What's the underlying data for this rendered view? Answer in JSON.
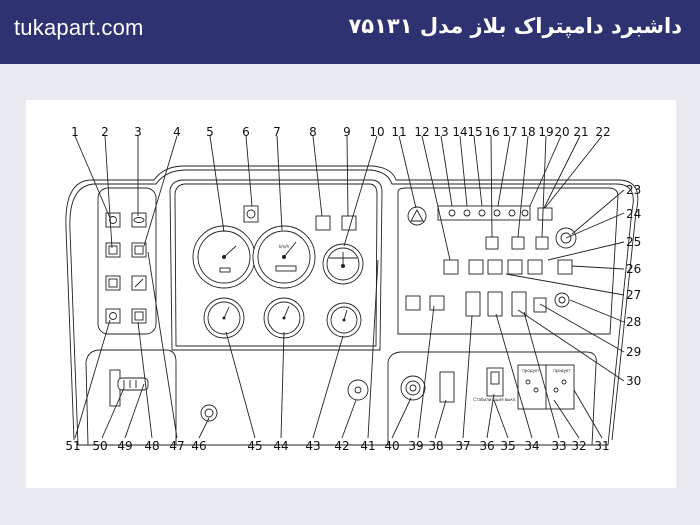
{
  "header": {
    "site": "tukapart.com",
    "title": "داشبرد دامپتراک بلاز مدل ۷۵۱۳۱"
  },
  "diagram": {
    "callouts_top": [
      "1",
      "2",
      "3",
      "4",
      "5",
      "6",
      "7",
      "8",
      "9",
      "10",
      "11",
      "12",
      "13",
      "14",
      "15",
      "16",
      "17",
      "18",
      "19",
      "20",
      "21",
      "22"
    ],
    "callouts_right": [
      "23",
      "24",
      "25",
      "26",
      "27",
      "28",
      "29",
      "30"
    ],
    "callouts_bottom": [
      "51",
      "50",
      "49",
      "48",
      "47",
      "46",
      "45",
      "44",
      "43",
      "42",
      "41",
      "40",
      "39",
      "38",
      "37",
      "36",
      "35",
      "34",
      "33",
      "32",
      "31"
    ],
    "gauge_label_tacho": "km/h",
    "stabilizer_label": "Стабилизация выкл.",
    "box_label_left": "продукт",
    "box_label_right": "продукт"
  }
}
